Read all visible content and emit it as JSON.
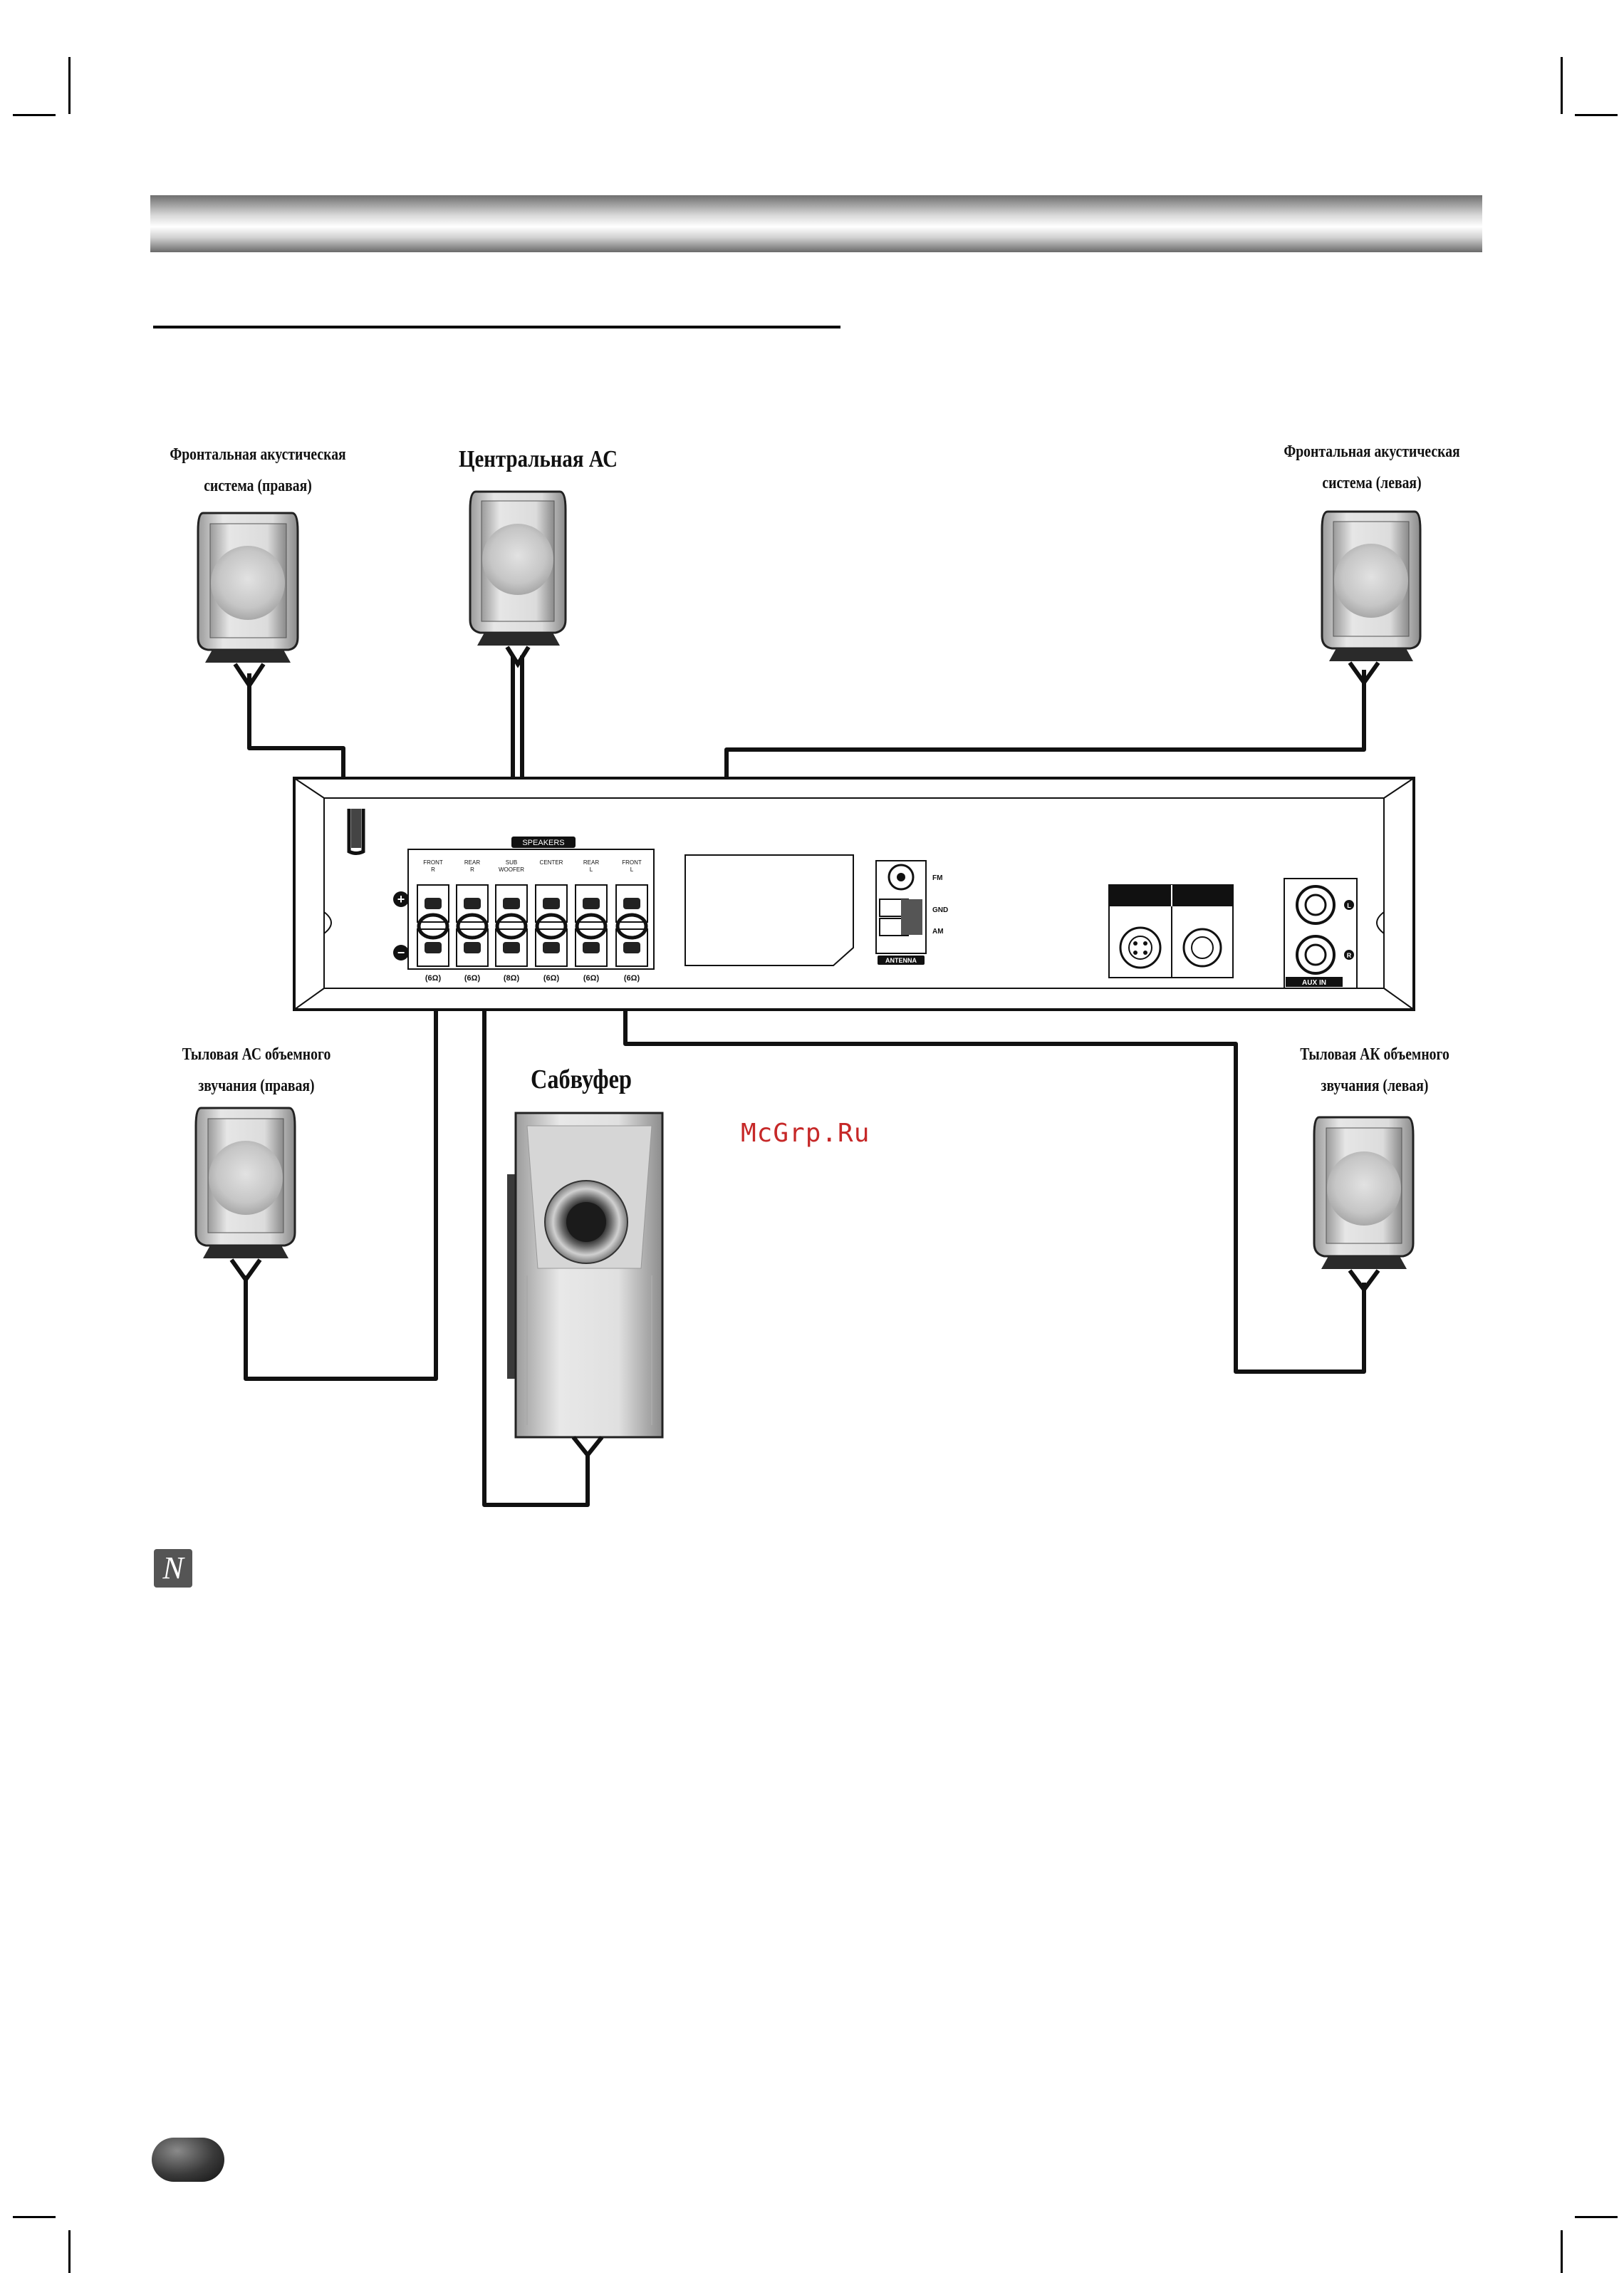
{
  "labels": {
    "front_right_line1": "Фронтальная акустическая",
    "front_right_line2": "система (правая)",
    "center": "Центральная АС",
    "front_left_line1": "Фронтальная акустическая",
    "front_left_line2": "система (левая)",
    "rear_right_line1": "Тыловая АС объемного",
    "rear_right_line2": "звучания (правая)",
    "subwoofer": "Сабвуфер",
    "rear_left_line1": "Тыловая АК объемного",
    "rear_left_line2": "звучания (левая)"
  },
  "watermark": "McGrp.Ru",
  "note_icon": {
    "symbol": "N",
    "icon": "note-icon"
  },
  "panel": {
    "speakers_title": "SPEAKERS",
    "terminals": [
      {
        "line1": "FRONT",
        "line2": "R",
        "impedance": "(6Ω)"
      },
      {
        "line1": "REAR",
        "line2": "R",
        "impedance": "(6Ω)"
      },
      {
        "line1": "SUB",
        "line2": "WOOFER",
        "impedance": "(8Ω)"
      },
      {
        "line1": "CENTER",
        "line2": "",
        "impedance": "(6Ω)"
      },
      {
        "line1": "REAR",
        "line2": "L",
        "impedance": "(6Ω)"
      },
      {
        "line1": "FRONT",
        "line2": "L",
        "impedance": "(6Ω)"
      }
    ],
    "plus_symbol": "+",
    "minus_symbol": "−",
    "antenna_fm": "FM",
    "antenna_gnd": "GND",
    "antenna_am": "AM",
    "antenna_title": "ANTENNA",
    "aux_in": "AUX IN",
    "aux_l": "L",
    "aux_r": "R"
  },
  "colors": {
    "header_bar_mid": "#ffffff",
    "header_bar_edge": "#6e6e6e",
    "watermark": "#c62828",
    "line": "#111111"
  }
}
